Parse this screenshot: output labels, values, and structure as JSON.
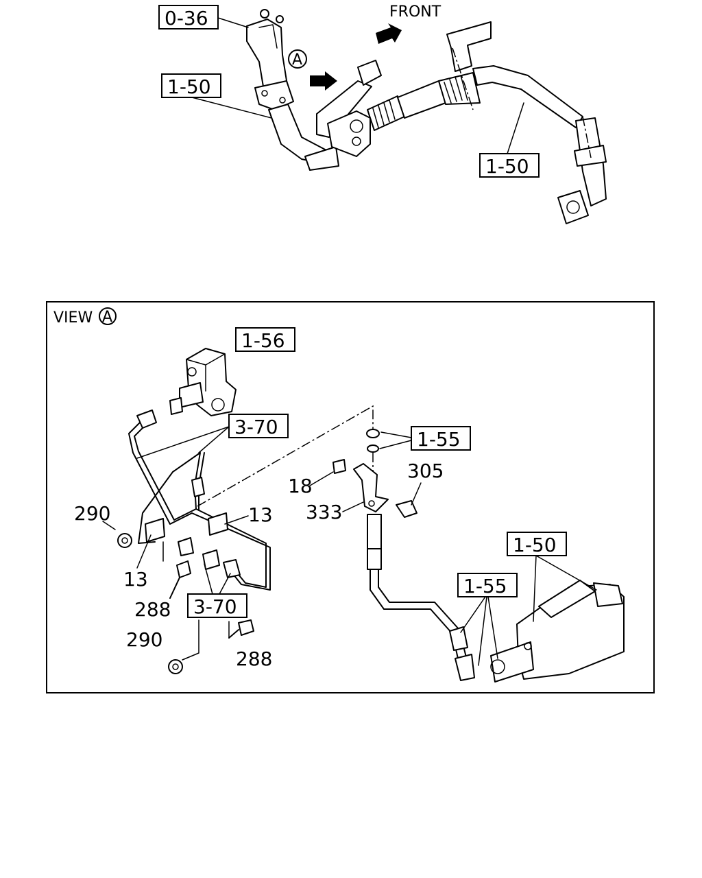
{
  "top_view": {
    "front_label": "FRONT",
    "view_marker": "A",
    "refs": [
      "0-36",
      "1-50",
      "1-50"
    ]
  },
  "view_a": {
    "title_text": "VIEW",
    "title_marker": "A",
    "ref_boxes": [
      "1-56",
      "3-70",
      "1-55",
      "1-50",
      "1-55",
      "3-70"
    ],
    "part_numbers": [
      "18",
      "305",
      "333",
      "290",
      "13",
      "13",
      "288",
      "290",
      "288"
    ]
  }
}
